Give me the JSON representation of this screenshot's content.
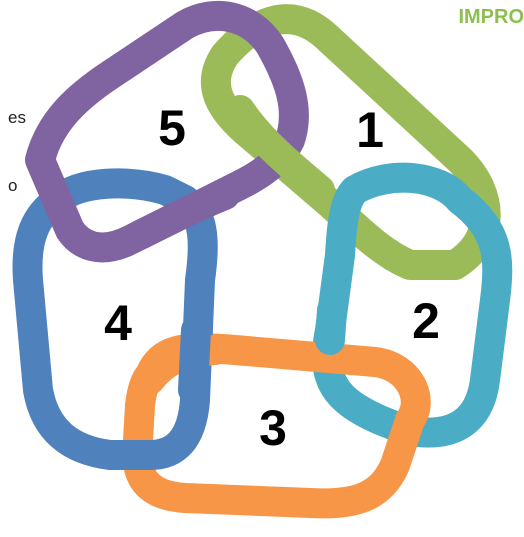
{
  "heading": "IMPRO",
  "side_text": [
    "es",
    "o"
  ],
  "links": [
    {
      "number": "1",
      "color": "#9BBB59"
    },
    {
      "number": "2",
      "color": "#4BACC6"
    },
    {
      "number": "3",
      "color": "#F79646"
    },
    {
      "number": "4",
      "color": "#4F81BD"
    },
    {
      "number": "5",
      "color": "#8064A2"
    }
  ]
}
